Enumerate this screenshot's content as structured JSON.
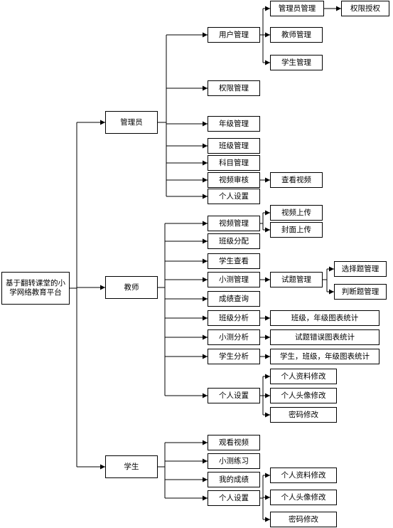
{
  "root": "基于翻转课堂的小学网络教育平台",
  "roles": {
    "admin": "管理员",
    "teacher": "教师",
    "student": "学生"
  },
  "admin": {
    "user_mgmt": "用户管理",
    "user_sub": {
      "admin_mgmt": "管理员管理",
      "permission_grant": "权限授权",
      "teacher_mgmt": "教师管理",
      "student_mgmt": "学生管理"
    },
    "permission_mgmt": "权限管理",
    "grade_mgmt": "年级管理",
    "class_mgmt": "班级管理",
    "subject_mgmt": "科目管理",
    "video_review": "视频审核",
    "view_video": "查看视频",
    "personal_settings": "个人设置"
  },
  "teacher": {
    "video_mgmt": "视频管理",
    "video_upload": "视频上传",
    "cover_upload": "封面上传",
    "class_assign": "班级分配",
    "student_view": "学生查看",
    "quiz_mgmt": "小测管理",
    "question_mgmt": "试题管理",
    "choice_mgmt": "选择题管理",
    "judge_mgmt": "判断题管理",
    "score_query": "成绩查询",
    "class_analysis": "班级分析",
    "class_analysis_detail": "班级，年级图表统计",
    "quiz_analysis": "小测分析",
    "quiz_analysis_detail": "试题错误图表统计",
    "student_analysis": "学生分析",
    "student_analysis_detail": "学生，班级，年级图表统计",
    "personal_settings": "个人设置",
    "profile_edit": "个人资料修改",
    "avatar_edit": "个人头像修改",
    "password_edit": "密码修改"
  },
  "student": {
    "watch_video": "观看视频",
    "quiz_practice": "小测练习",
    "my_scores": "我的成绩",
    "personal_settings": "个人设置",
    "profile_edit": "个人资料修改",
    "avatar_edit": "个人头像修改",
    "password_edit": "密码修改"
  }
}
